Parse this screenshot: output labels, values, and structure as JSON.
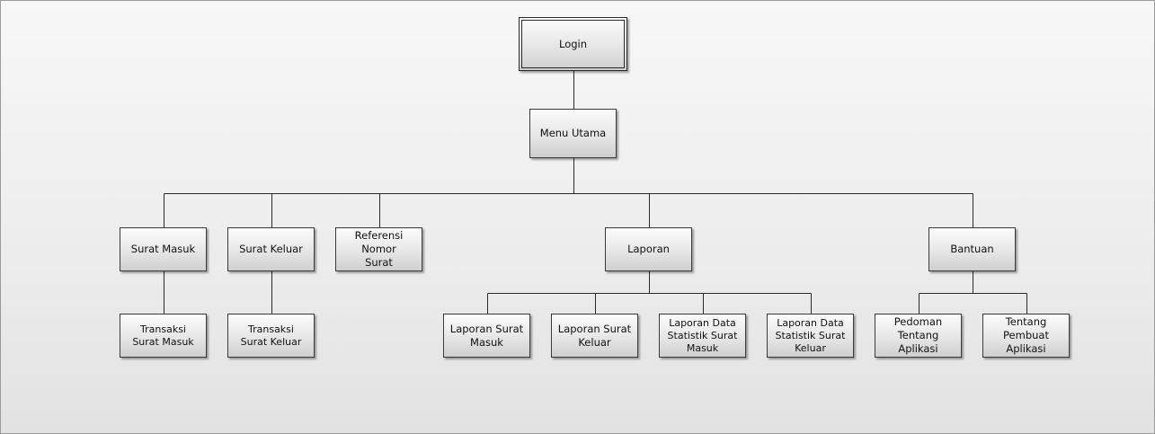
{
  "diagram": {
    "nodes": {
      "login": "Login",
      "menu_utama": "Menu Utama",
      "surat_masuk": "Surat Masuk",
      "surat_keluar": "Surat Keluar",
      "referensi_nomor_surat": "Referensi Nomor\nSurat",
      "laporan": "Laporan",
      "bantuan": "Bantuan",
      "transaksi_surat_masuk": "Transaksi\nSurat Masuk",
      "transaksi_surat_keluar": "Transaksi\nSurat Keluar",
      "laporan_surat_masuk": "Laporan Surat\nMasuk",
      "laporan_surat_keluar": "Laporan Surat\nKeluar",
      "laporan_data_statistik_surat_masuk": "Laporan Data\nStatistik Surat\nMasuk",
      "laporan_data_statistik_surat_keluar": "Laporan Data\nStatistik Surat\nKeluar",
      "pedoman_tentang_aplikasi": "Pedoman\nTentang Aplikasi",
      "tentang_pembuat_aplikasi": "Tentang\nPembuat Aplikasi"
    },
    "edges": [
      [
        "login",
        "menu_utama"
      ],
      [
        "menu_utama",
        "surat_masuk"
      ],
      [
        "menu_utama",
        "surat_keluar"
      ],
      [
        "menu_utama",
        "referensi_nomor_surat"
      ],
      [
        "menu_utama",
        "laporan"
      ],
      [
        "menu_utama",
        "bantuan"
      ],
      [
        "surat_masuk",
        "transaksi_surat_masuk"
      ],
      [
        "surat_keluar",
        "transaksi_surat_keluar"
      ],
      [
        "laporan",
        "laporan_surat_masuk"
      ],
      [
        "laporan",
        "laporan_surat_keluar"
      ],
      [
        "laporan",
        "laporan_data_statistik_surat_masuk"
      ],
      [
        "laporan",
        "laporan_data_statistik_surat_keluar"
      ],
      [
        "bantuan",
        "pedoman_tentang_aplikasi"
      ],
      [
        "bantuan",
        "tentang_pembuat_aplikasi"
      ]
    ],
    "colors": {
      "line": "#2a2a2a",
      "box_border": "#3a3a3a",
      "background": "#ececec"
    }
  }
}
